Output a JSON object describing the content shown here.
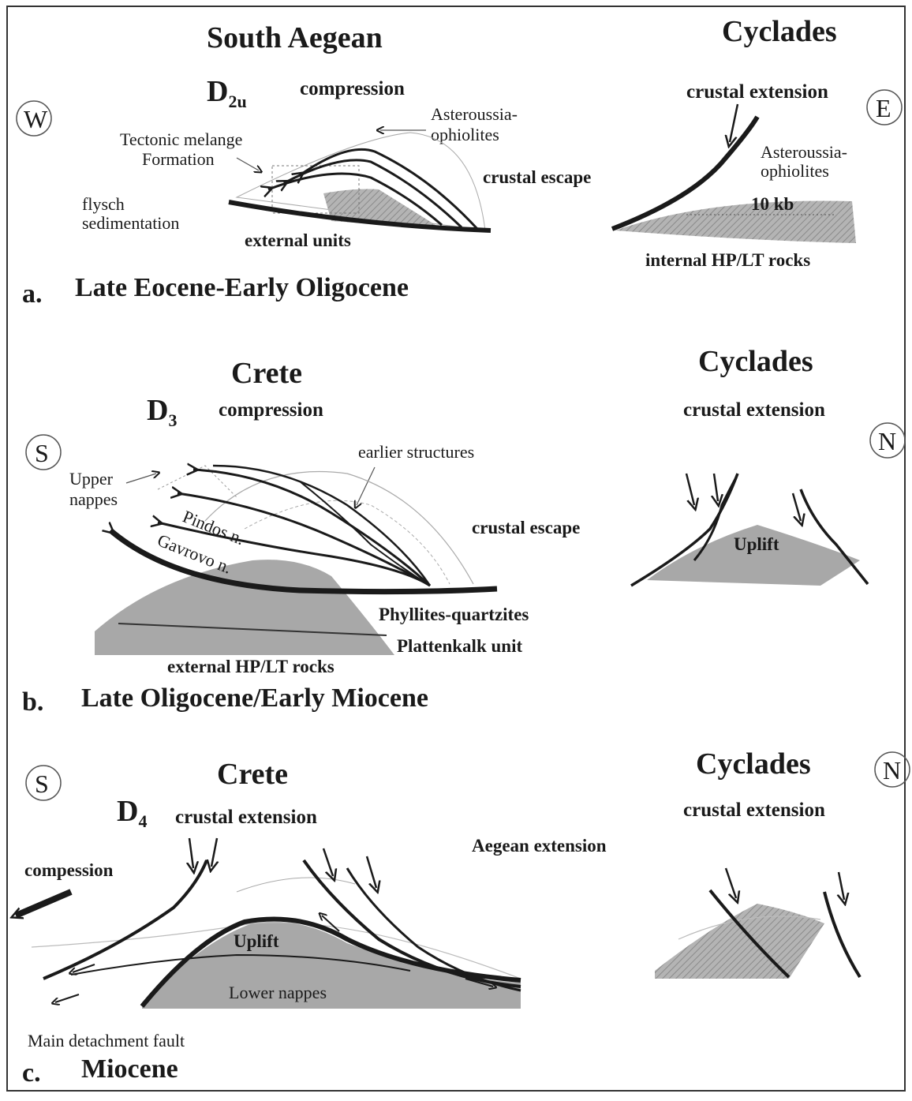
{
  "panel_a": {
    "title_left": "South Aegean",
    "title_right": "Cyclades",
    "phase": "D",
    "phase_sub": "2u",
    "dir_left": "W",
    "dir_right": "E",
    "compression": "compression",
    "crustal_extension": "crustal extension",
    "asteroussia_left_1": "Asteroussia-",
    "asteroussia_left_2": "ophiolites",
    "asteroussia_right_1": "Asteroussia-",
    "asteroussia_right_2": "ophiolites",
    "tectonic_1": "Tectonic melange",
    "tectonic_2": "Formation",
    "flysch_1": "flysch",
    "flysch_2": "sedimentation",
    "external_units": "external units",
    "crustal_escape": "crustal escape",
    "pressure": "10 kb",
    "internal_rocks": "internal HP/LT rocks",
    "caption_letter": "a.",
    "caption": "Late Eocene-Early Oligocene"
  },
  "panel_b": {
    "title_left": "Crete",
    "title_right": "Cyclades",
    "phase": "D",
    "phase_sub": "3",
    "dir_left": "S",
    "dir_right": "N",
    "compression": "compression",
    "crustal_extension": "crustal extension",
    "earlier": "earlier structures",
    "upper_1": "Upper",
    "upper_2": "nappes",
    "pindos": "Pindos n.",
    "gavrovo": "Gavrovo n.",
    "crustal_escape": "crustal escape",
    "uplift": "Uplift",
    "phyllites": "Phyllites-quartzites",
    "plattenkalk": "Plattenkalk unit",
    "external_rocks": "external HP/LT rocks",
    "caption_letter": "b.",
    "caption": "Late Oligocene/Early Miocene"
  },
  "panel_c": {
    "title_left": "Crete",
    "title_right": "Cyclades",
    "phase": "D",
    "phase_sub": "4",
    "dir_left": "S",
    "dir_right": "N",
    "crustal_extension_left": "crustal extension",
    "crustal_extension_right": "crustal extension",
    "aegean": "Aegean extension",
    "compession": "compession",
    "uplift": "Uplift",
    "lower_nappes": "Lower nappes",
    "main_detachment": "Main detachment fault",
    "caption_letter": "c.",
    "caption": "Miocene"
  },
  "colors": {
    "ink": "#1a1a1a",
    "fill_gray": "#a8a8a8",
    "frame": "#333333"
  }
}
